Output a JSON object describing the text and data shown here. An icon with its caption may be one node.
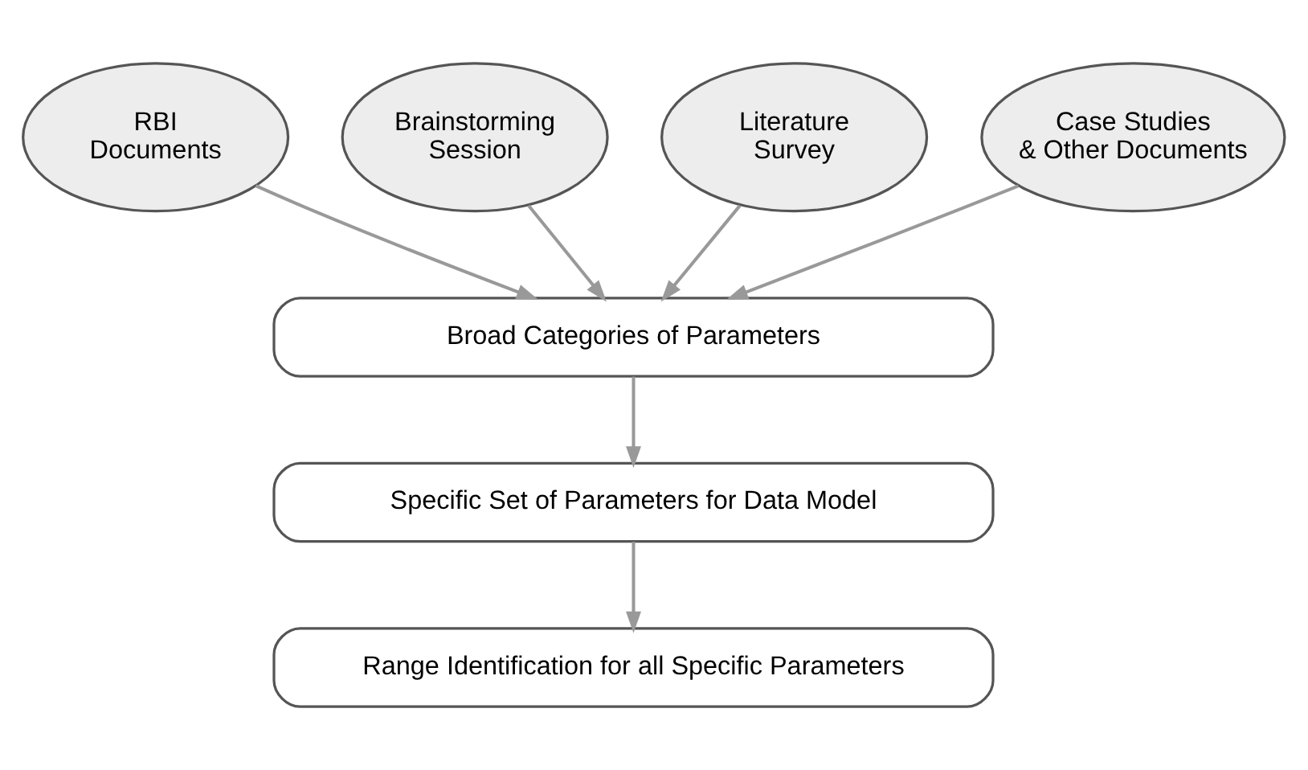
{
  "diagram": {
    "nodes": [
      {
        "text": [
          "RBI Documents"
        ]
      },
      {
        "text": [
          "Brainstorming Session"
        ]
      },
      {
        "text": [
          "Literature Survey"
        ]
      },
      {
        "text": [
          "Case Studies & Other Documents"
        ]
      },
      {
        "text": [
          "Broad Categories of Parameters"
        ]
      },
      {
        "text": [
          "Specific Set of Parameters for Data Model"
        ]
      },
      {
        "text": [
          "Range Identification for all Specific Parameters"
        ]
      }
    ],
    "edges": [
      {
        "from": 0,
        "to": 4,
        "arrow": "to"
      },
      {
        "from": 1,
        "to": 4,
        "arrow": "to"
      },
      {
        "from": 2,
        "to": 4,
        "arrow": "to"
      },
      {
        "from": 3,
        "to": 4,
        "arrow": "to"
      },
      {
        "from": 4,
        "to": 5,
        "arrow": "to"
      },
      {
        "from": 5,
        "to": 6,
        "arrow": "to"
      }
    ]
  }
}
